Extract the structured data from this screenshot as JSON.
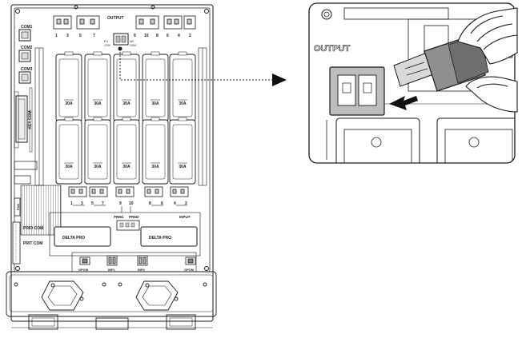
{
  "panel": {
    "output_label": "OUTPUT",
    "com_labels": [
      "COM1",
      "COM2",
      "COM3"
    ],
    "key_com_label": "KEY COM",
    "pan_label": "PAN",
    "prio_com_label": "PRIO COM",
    "prit_com_label": "PRIT COM",
    "breaker_rating": "30A",
    "top_port_numbers": [
      "1",
      "3",
      "5",
      "7",
      "9",
      "10",
      "8",
      "6",
      "4",
      "2"
    ],
    "switch_left_label": "P/1\n120V",
    "switch_right_label": "N/L\n240V",
    "bottom_port_numbers": [
      "1",
      "3",
      "5",
      "7",
      "9",
      "10",
      "8",
      "6",
      "4",
      "2"
    ],
    "prm1_label": "PRM1",
    "prm2_label": "PRM2",
    "input_label": "INPUT",
    "delta_pro_label": "DELTA PRO",
    "gpcm_left": "GPCM",
    "gpcm_right": "GPCM",
    "inp1_label": "INP1",
    "inp2_label": "INP2"
  },
  "zoom": {
    "output_label": "OUTPUT"
  },
  "colors": {
    "line": "#1a1a1a",
    "port_fill": "#bdbdbd",
    "plug_fill": "#8f8f8f",
    "arrow": "#111111"
  }
}
